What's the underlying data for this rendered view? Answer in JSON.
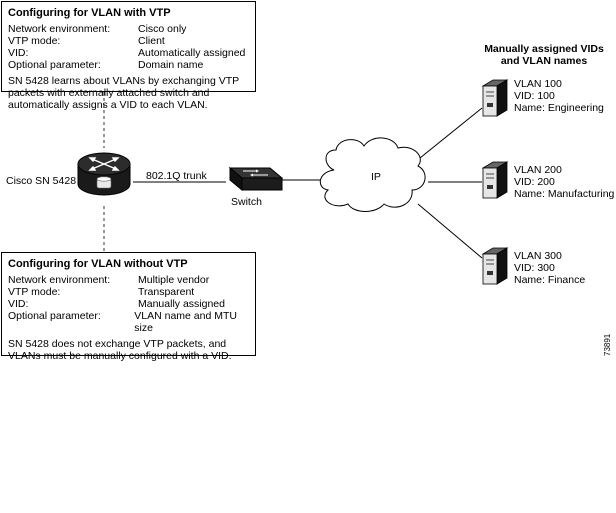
{
  "vtp_box": {
    "title": "Configuring for VLAN with VTP",
    "rows": [
      {
        "k": "Network environment:",
        "v": "Cisco only"
      },
      {
        "k": "VTP mode:",
        "v": "Client"
      },
      {
        "k": "VID:",
        "v": "Automatically assigned"
      },
      {
        "k": "Optional parameter:",
        "v": "Domain name"
      }
    ],
    "desc": "SN 5428 learns about VLANs by exchanging VTP packets with externally attached switch and automatically assigns a VID to each VLAN."
  },
  "novtp_box": {
    "title": "Configuring for VLAN without VTP",
    "rows": [
      {
        "k": "Network environment:",
        "v": "Multiple vendor"
      },
      {
        "k": "VTP mode:",
        "v": "Transparent"
      },
      {
        "k": "VID:",
        "v": "Manually assigned"
      },
      {
        "k": "Optional parameter:",
        "v": "VLAN name and MTU size"
      }
    ],
    "desc": "SN 5428 does not exchange VTP packets, and VLANs must be manually configured with a VID."
  },
  "router_label": "Cisco SN 5428",
  "trunk_label": "802.1Q trunk",
  "switch_label": "Switch",
  "cloud_label": "IP",
  "servers_heading": [
    "Manually assigned VIDs",
    "and VLAN names"
  ],
  "servers": [
    {
      "lines": [
        "VLAN 100",
        "VID: 100",
        "Name: Engineering"
      ]
    },
    {
      "lines": [
        "VLAN 200",
        "VID: 200",
        "Name: Manufacturing"
      ]
    },
    {
      "lines": [
        "VLAN 300",
        "VID: 300",
        "Name: Finance"
      ]
    }
  ],
  "figure_id": "73891"
}
